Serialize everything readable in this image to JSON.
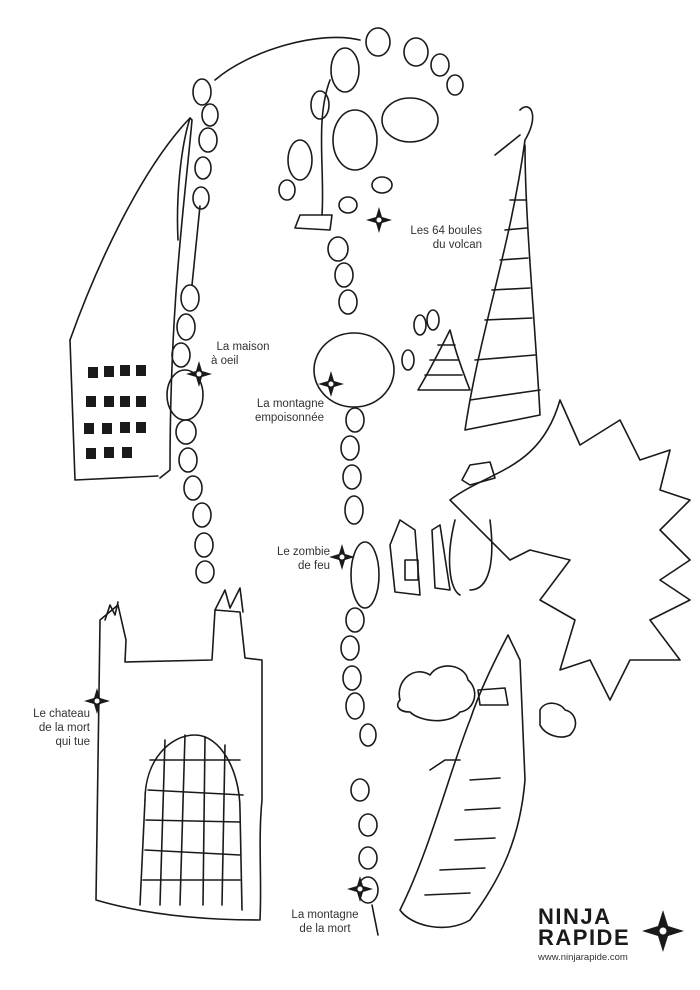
{
  "map": {
    "locations": [
      {
        "id": "volcan",
        "lines": [
          "Les 64 boules",
          "du volcan"
        ]
      },
      {
        "id": "maison",
        "lines": [
          "La maison",
          "à oeil"
        ]
      },
      {
        "id": "montagne-empoisonnee",
        "lines": [
          "La montagne",
          "empoisonnée"
        ]
      },
      {
        "id": "zombie",
        "lines": [
          "Le zombie",
          "de feu"
        ]
      },
      {
        "id": "chateau",
        "lines": [
          "Le chateau",
          "de la mort",
          "qui tue"
        ]
      },
      {
        "id": "montagne-mort",
        "lines": [
          "La montagne",
          "de la mort"
        ]
      }
    ]
  },
  "brand": {
    "line1": "NINJA",
    "line2": "RAPIDE",
    "url": "www.ninjarapide.com"
  },
  "icons": {
    "location_marker": "ninja-star-icon",
    "brand_mark": "ninja-star-icon"
  },
  "colors": {
    "ink": "#1a1a1a",
    "paper": "#ffffff"
  }
}
